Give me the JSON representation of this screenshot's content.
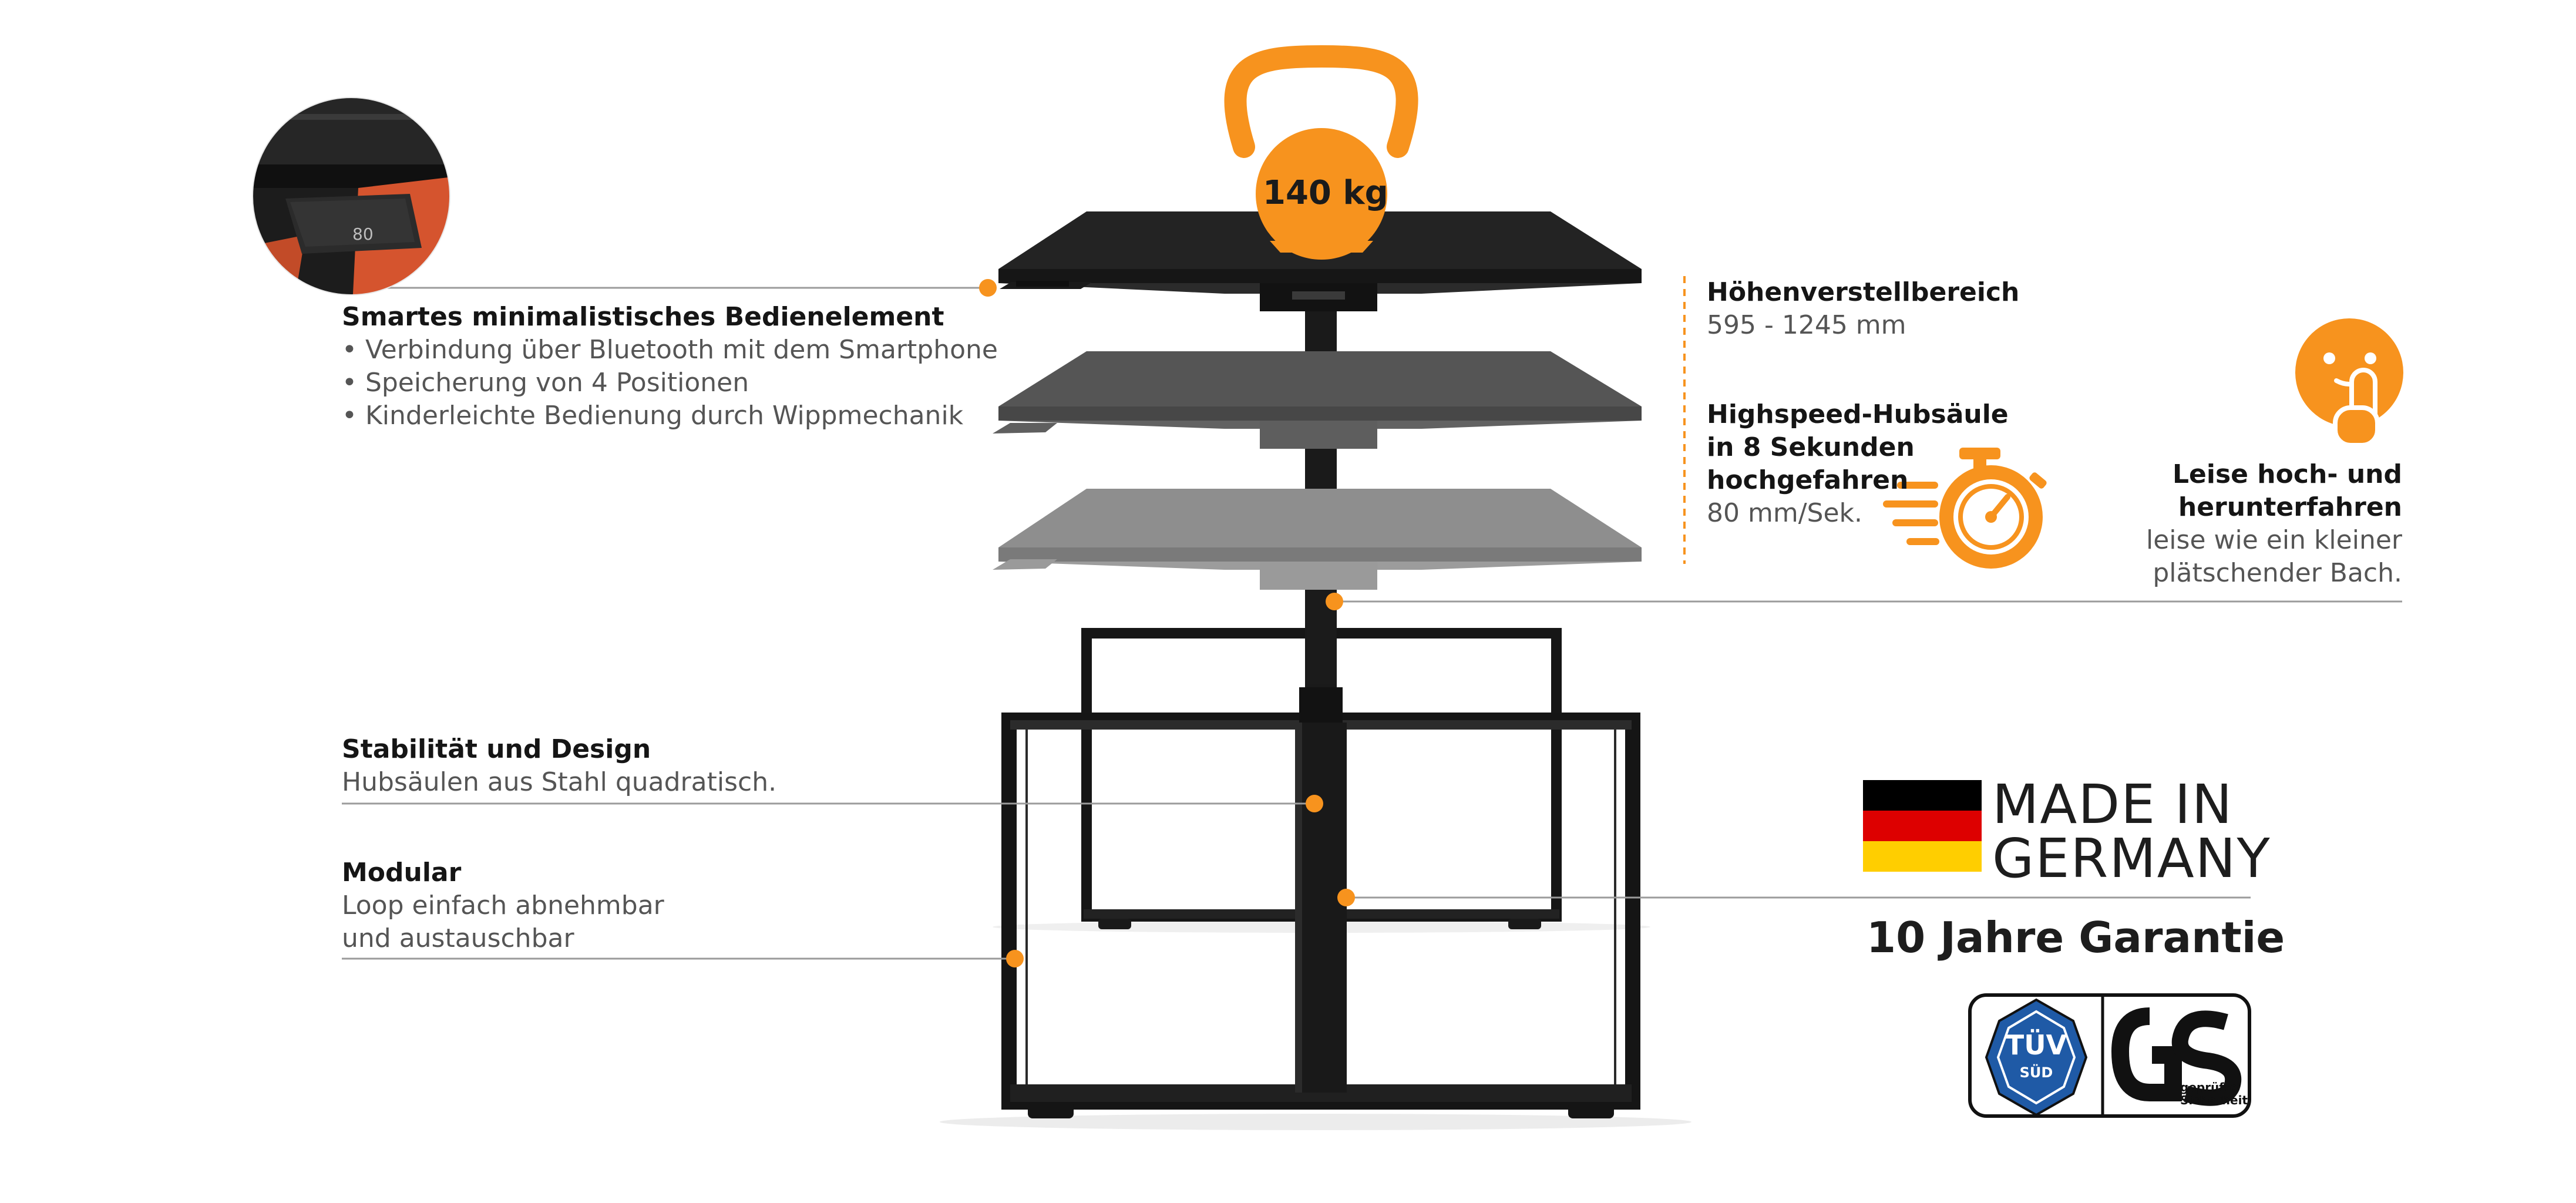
{
  "weight": {
    "label": "140 kg"
  },
  "panel": {
    "display_value": "80"
  },
  "features_left": [
    {
      "title": "Smartes minimalistisches Bedienelement",
      "lines": [
        "• Verbindung über Bluetooth mit dem Smartphone",
        "• Speicherung von 4 Positionen",
        "• Kinderleichte Bedienung durch Wippmechanik"
      ]
    },
    {
      "title": "Stabilität und Design",
      "lines": [
        "Hubsäulen aus Stahl quadratisch."
      ]
    },
    {
      "title": "Modular",
      "lines": [
        "Loop einfach abnehmbar",
        "und austauschbar"
      ]
    }
  ],
  "features_right": {
    "height": {
      "title": "Höhenverstellbereich",
      "value": "595 - 1245 mm"
    },
    "speed": {
      "title_lines": [
        "Highspeed-Hubsäule",
        "in 8 Sekunden",
        "hochgefahren"
      ],
      "value": "80 mm/Sek."
    },
    "quiet": {
      "title_lines": [
        "Leise hoch- und",
        "herunterfahren"
      ],
      "lines": [
        "leise wie ein kleiner",
        "plätschender Bach."
      ]
    }
  },
  "made_in": {
    "line1": "MADE IN",
    "line2": "GERMANY"
  },
  "warranty": {
    "label": "10 Jahre Garantie"
  },
  "badges": {
    "tuv_top": "TÜV",
    "tuv_bottom": "SÜD",
    "gs_letters": "GS",
    "gs_caption_1": "geprüfte",
    "gs_caption_2": "Sicherheit"
  },
  "colors": {
    "accent": "#F7931E",
    "desk_dark": "#232323",
    "desk_mid": "#555555",
    "desk_light": "#8e8e8e",
    "flag_black": "#000000",
    "flag_red": "#DD0000",
    "flag_gold": "#FFCE00"
  },
  "icons": [
    "kettlebell-icon",
    "stopwatch-icon",
    "shush-face-icon",
    "german-flag-icon",
    "tuv-sud-badge-icon",
    "gs-badge-icon"
  ]
}
